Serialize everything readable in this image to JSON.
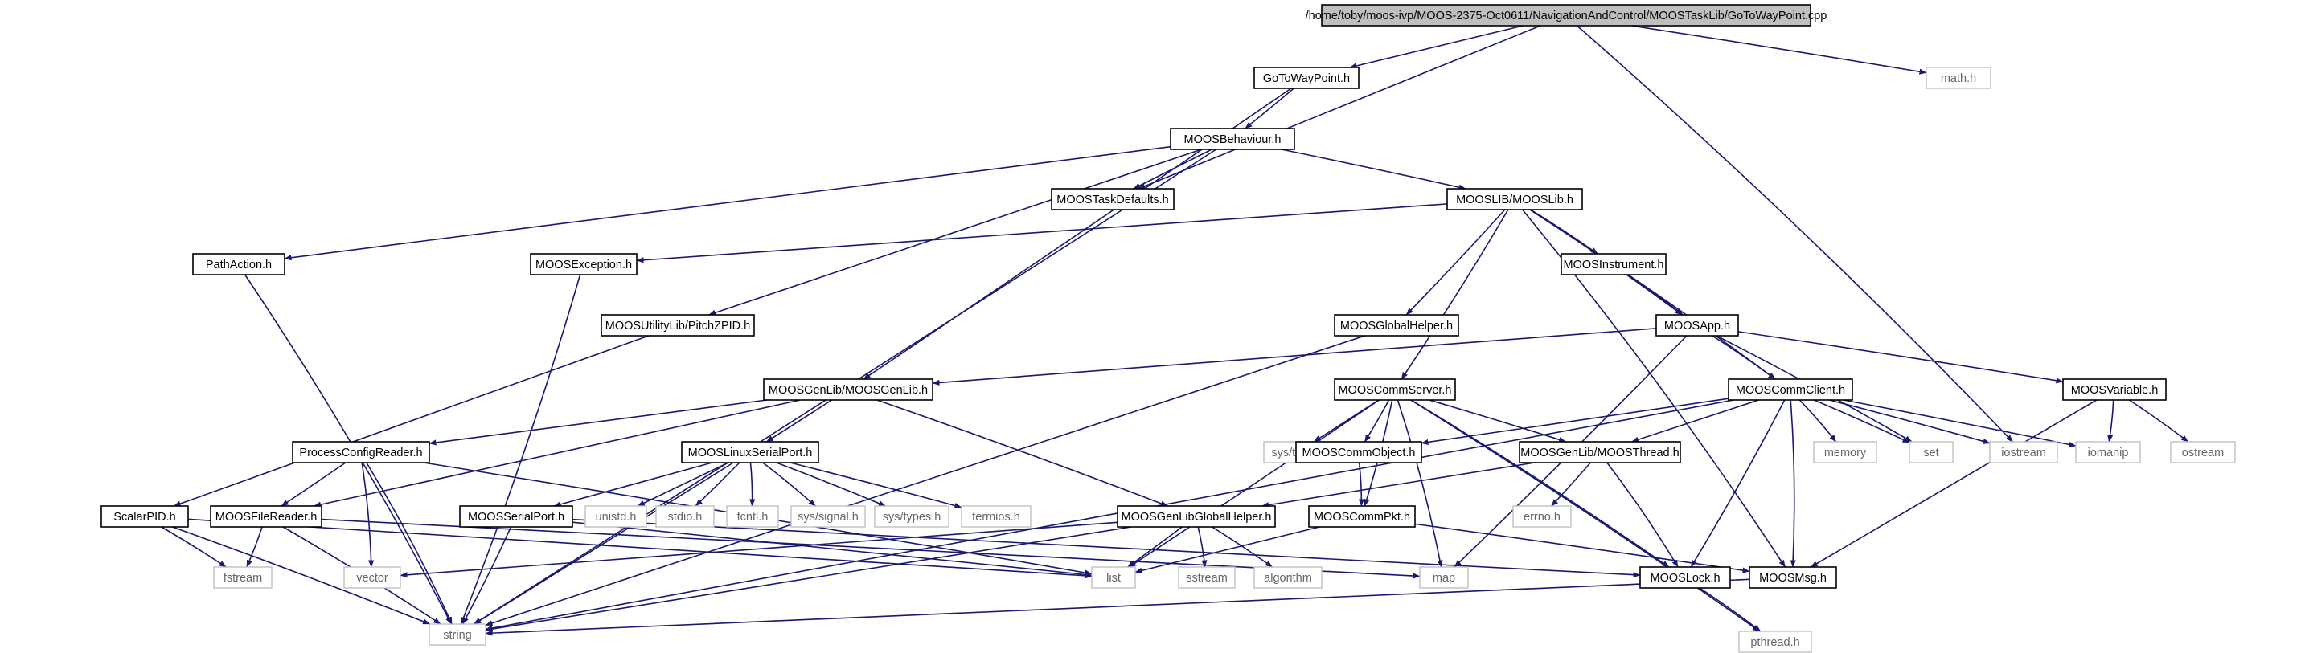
{
  "nodes": [
    {
      "id": "root",
      "label": "/home/toby/moos-ivp/MOOS-2375-Oct0611/NavigationAndControl/MOOSTaskLib/GoToWayPoint.cpp",
      "kind": "root"
    },
    {
      "id": "gotowaypoint",
      "label": "GoToWayPoint.h",
      "kind": "doc"
    },
    {
      "id": "mathh",
      "label": "math.h",
      "kind": "ext"
    },
    {
      "id": "moosbehaviour",
      "label": "MOOSBehaviour.h",
      "kind": "doc"
    },
    {
      "id": "moostaskdefaults",
      "label": "MOOSTaskDefaults.h",
      "kind": "doc"
    },
    {
      "id": "mooslib",
      "label": "MOOSLIB/MOOSLib.h",
      "kind": "doc"
    },
    {
      "id": "pathaction",
      "label": "PathAction.h",
      "kind": "doc"
    },
    {
      "id": "moosexception",
      "label": "MOOSException.h",
      "kind": "doc"
    },
    {
      "id": "moosinstrument",
      "label": "MOOSInstrument.h",
      "kind": "doc"
    },
    {
      "id": "pitchzpid",
      "label": "MOOSUtilityLib/PitchZPID.h",
      "kind": "doc"
    },
    {
      "id": "moosglobalhelper",
      "label": "MOOSGlobalHelper.h",
      "kind": "doc"
    },
    {
      "id": "moosapp",
      "label": "MOOSApp.h",
      "kind": "doc"
    },
    {
      "id": "moosgenlib",
      "label": "MOOSGenLib/MOOSGenLib.h",
      "kind": "doc"
    },
    {
      "id": "mooscommserver",
      "label": "MOOSCommServer.h",
      "kind": "doc"
    },
    {
      "id": "mooscommclient",
      "label": "MOOSCommClient.h",
      "kind": "doc"
    },
    {
      "id": "moosvariable",
      "label": "MOOSVariable.h",
      "kind": "doc"
    },
    {
      "id": "processconfigreader",
      "label": "ProcessConfigReader.h",
      "kind": "doc"
    },
    {
      "id": "mooslinuxserialport",
      "label": "MOOSLinuxSerialPort.h",
      "kind": "doc"
    },
    {
      "id": "synctime",
      "label": "sys/time.h",
      "kind": "ext"
    },
    {
      "id": "mooscommobject",
      "label": "MOOSCommObject.h",
      "kind": "doc"
    },
    {
      "id": "moosthread",
      "label": "MOOSGenLib/MOOSThread.h",
      "kind": "doc"
    },
    {
      "id": "memory",
      "label": "memory",
      "kind": "ext"
    },
    {
      "id": "set",
      "label": "set",
      "kind": "ext"
    },
    {
      "id": "iostream",
      "label": "iostream",
      "kind": "ext"
    },
    {
      "id": "iomanip",
      "label": "iomanip",
      "kind": "ext"
    },
    {
      "id": "ostream",
      "label": "ostream",
      "kind": "ext"
    },
    {
      "id": "scalarpid",
      "label": "ScalarPID.h",
      "kind": "doc"
    },
    {
      "id": "moosfilereader",
      "label": "MOOSFileReader.h",
      "kind": "doc"
    },
    {
      "id": "moosserialport",
      "label": "MOOSSerialPort.h",
      "kind": "doc"
    },
    {
      "id": "unistd",
      "label": "unistd.h",
      "kind": "ext"
    },
    {
      "id": "stdio",
      "label": "stdio.h",
      "kind": "ext"
    },
    {
      "id": "fcntl",
      "label": "fcntl.h",
      "kind": "ext"
    },
    {
      "id": "syssignal",
      "label": "sys/signal.h",
      "kind": "ext"
    },
    {
      "id": "systypes",
      "label": "sys/types.h",
      "kind": "ext"
    },
    {
      "id": "termios",
      "label": "termios.h",
      "kind": "ext"
    },
    {
      "id": "moosgenlibglobalhelper",
      "label": "MOOSGenLibGlobalHelper.h",
      "kind": "doc"
    },
    {
      "id": "mooscommpkt",
      "label": "MOOSCommPkt.h",
      "kind": "doc"
    },
    {
      "id": "errno",
      "label": "errno.h",
      "kind": "ext"
    },
    {
      "id": "fstream",
      "label": "fstream",
      "kind": "ext"
    },
    {
      "id": "vector",
      "label": "vector",
      "kind": "ext"
    },
    {
      "id": "list",
      "label": "list",
      "kind": "ext"
    },
    {
      "id": "sstream",
      "label": "sstream",
      "kind": "ext"
    },
    {
      "id": "algorithm",
      "label": "algorithm",
      "kind": "ext"
    },
    {
      "id": "map",
      "label": "map",
      "kind": "ext"
    },
    {
      "id": "mooslock",
      "label": "MOOSLock.h",
      "kind": "doc"
    },
    {
      "id": "moosmsg",
      "label": "MOOSMsg.h",
      "kind": "doc"
    },
    {
      "id": "string",
      "label": "string",
      "kind": "ext"
    },
    {
      "id": "pthread",
      "label": "pthread.h",
      "kind": "ext"
    }
  ],
  "edges": [
    [
      "root",
      "gotowaypoint"
    ],
    [
      "root",
      "mathh"
    ],
    [
      "root",
      "moostaskdefaults"
    ],
    [
      "root",
      "iostream"
    ],
    [
      "gotowaypoint",
      "moosbehaviour"
    ],
    [
      "gotowaypoint",
      "moosgenlib"
    ],
    [
      "moosbehaviour",
      "moostaskdefaults"
    ],
    [
      "moosbehaviour",
      "mooslib"
    ],
    [
      "moosbehaviour",
      "pathaction"
    ],
    [
      "moosbehaviour",
      "pitchzpid"
    ],
    [
      "moosbehaviour",
      "string"
    ],
    [
      "pathaction",
      "string"
    ],
    [
      "mooslib",
      "moosexception"
    ],
    [
      "mooslib",
      "moosinstrument"
    ],
    [
      "mooslib",
      "moosapp"
    ],
    [
      "mooslib",
      "moosglobalhelper"
    ],
    [
      "mooslib",
      "mooscommserver"
    ],
    [
      "mooslib",
      "mooscommclient"
    ],
    [
      "mooslib",
      "moosmsg"
    ],
    [
      "moosexception",
      "string"
    ],
    [
      "moosinstrument",
      "moosapp"
    ],
    [
      "pitchzpid",
      "scalarpid"
    ],
    [
      "moosglobalhelper",
      "string"
    ],
    [
      "moosapp",
      "moosgenlib"
    ],
    [
      "moosapp",
      "mooscommclient"
    ],
    [
      "moosapp",
      "moosvariable"
    ],
    [
      "moosapp",
      "set"
    ],
    [
      "moosapp",
      "map"
    ],
    [
      "moosgenlib",
      "processconfigreader"
    ],
    [
      "moosgenlib",
      "mooslinuxserialport"
    ],
    [
      "moosgenlib",
      "moosgenlibglobalhelper"
    ],
    [
      "moosgenlib",
      "moosfilereader"
    ],
    [
      "mooscommserver",
      "synctime"
    ],
    [
      "mooscommserver",
      "mooscommobject"
    ],
    [
      "mooscommserver",
      "moosthread"
    ],
    [
      "mooscommserver",
      "list"
    ],
    [
      "mooscommserver",
      "map"
    ],
    [
      "mooscommserver",
      "mooslock"
    ],
    [
      "mooscommserver",
      "pthread"
    ],
    [
      "mooscommserver",
      "mooscommpkt"
    ],
    [
      "mooscommclient",
      "mooscommobject"
    ],
    [
      "mooscommclient",
      "moosthread"
    ],
    [
      "mooscommclient",
      "memory"
    ],
    [
      "mooscommclient",
      "set"
    ],
    [
      "mooscommclient",
      "iostream"
    ],
    [
      "mooscommclient",
      "iomanip"
    ],
    [
      "mooscommclient",
      "string"
    ],
    [
      "mooscommclient",
      "mooslock"
    ],
    [
      "mooscommclient",
      "moosmsg"
    ],
    [
      "moosvariable",
      "iomanip"
    ],
    [
      "moosvariable",
      "ostream"
    ],
    [
      "moosvariable",
      "moosmsg"
    ],
    [
      "processconfigreader",
      "moosfilereader"
    ],
    [
      "processconfigreader",
      "vector"
    ],
    [
      "processconfigreader",
      "string"
    ],
    [
      "processconfigreader",
      "list"
    ],
    [
      "mooslinuxserialport",
      "moosserialport"
    ],
    [
      "mooslinuxserialport",
      "unistd"
    ],
    [
      "mooslinuxserialport",
      "stdio"
    ],
    [
      "mooslinuxserialport",
      "fcntl"
    ],
    [
      "mooslinuxserialport",
      "syssignal"
    ],
    [
      "mooslinuxserialport",
      "systypes"
    ],
    [
      "mooslinuxserialport",
      "termios"
    ],
    [
      "mooslinuxserialport",
      "string"
    ],
    [
      "mooscommobject",
      "mooscommpkt"
    ],
    [
      "moosthread",
      "moosgenlibglobalhelper"
    ],
    [
      "moosthread",
      "errno"
    ],
    [
      "moosthread",
      "mooslock"
    ],
    [
      "scalarpid",
      "fstream"
    ],
    [
      "scalarpid",
      "string"
    ],
    [
      "scalarpid",
      "list"
    ],
    [
      "moosfilereader",
      "fstream"
    ],
    [
      "moosfilereader",
      "string"
    ],
    [
      "moosfilereader",
      "map"
    ],
    [
      "moosserialport",
      "string"
    ],
    [
      "moosserialport",
      "list"
    ],
    [
      "moosserialport",
      "mooslock"
    ],
    [
      "moosgenlibglobalhelper",
      "vector"
    ],
    [
      "moosgenlibglobalhelper",
      "list"
    ],
    [
      "moosgenlibglobalhelper",
      "sstream"
    ],
    [
      "moosgenlibglobalhelper",
      "algorithm"
    ],
    [
      "moosgenlibglobalhelper",
      "string"
    ],
    [
      "mooscommpkt",
      "list"
    ],
    [
      "mooscommpkt",
      "moosmsg"
    ],
    [
      "mooslock",
      "pthread"
    ],
    [
      "moosmsg",
      "string"
    ]
  ]
}
